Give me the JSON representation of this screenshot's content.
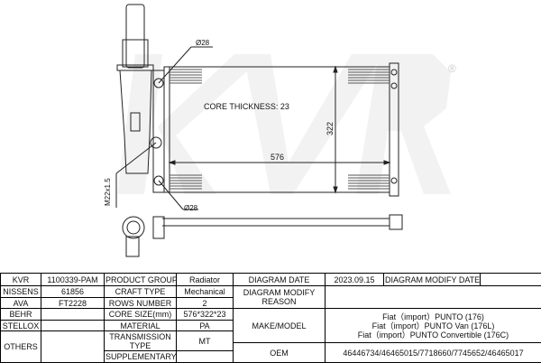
{
  "drawing": {
    "watermark": "KVR",
    "core_thickness": "CORE THICKNESS: 23",
    "width_dim": "576",
    "height_dim": "322",
    "inlet_dia": "Ø28",
    "outlet_dia": "Ø28",
    "thread": "M22x1.5",
    "registered": "®"
  },
  "table": {
    "rows": [
      {
        "brand": "KVR",
        "code": "1100339-PAM",
        "prop": "PRODUCT GROUP",
        "val": "Radiator"
      },
      {
        "brand": "NISSENS",
        "code": "61856",
        "prop": "CRAFT TYPE",
        "val": "Mechanical"
      },
      {
        "brand": "AVA",
        "code": "FT2228",
        "prop": "ROWS NUMBER",
        "val": "2"
      },
      {
        "brand": "BEHR",
        "code": "",
        "prop": "CORE SIZE(mm)",
        "val": "576*322*23"
      },
      {
        "brand": "STELLOX",
        "code": "",
        "prop": "MATERIAL",
        "val": "PA"
      },
      {
        "brand": "OTHERS",
        "code": "",
        "prop": "TRANSMISSION TYPE",
        "val": "MT"
      },
      {
        "prop": "SUPPLEMENTARY",
        "val": ""
      }
    ],
    "diagram_date_label": "DIAGRAM DATE",
    "diagram_date": "2023.09.15",
    "diagram_modify_date_label": "DIAGRAM MODIFY DATE",
    "diagram_modify_date": "",
    "modify_reason_label": "DIAGRAM MODIFY REASON",
    "modify_reason": "",
    "make_model_label": "MAKE/MODEL",
    "make_model": [
      "Fiat（import）PUNTO (176)",
      "Fiat（import）PUNTO Van (176L)",
      "Fiat（import）PUNTO Convertible (176C)"
    ],
    "oem_label": "OEM",
    "oem": "46446734/46465015/7718660/7745652/46465017"
  }
}
